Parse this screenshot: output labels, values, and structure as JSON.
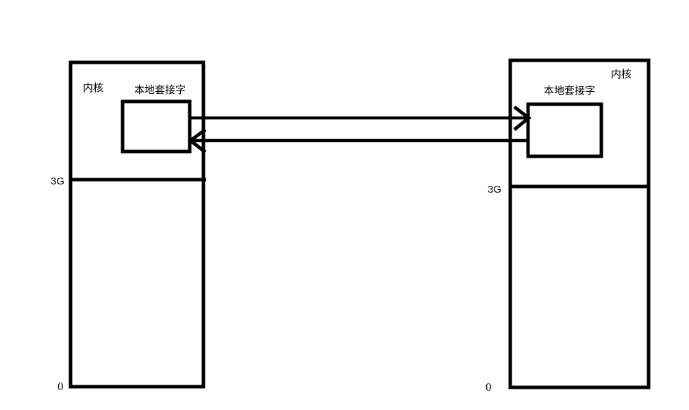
{
  "diagram": {
    "title": "local-socket-kernel-communication",
    "colors": {
      "ink": "#000000",
      "background": "#ffffff"
    },
    "left_process": {
      "kernel_label": "内核",
      "socket_label": "本地套接字",
      "boundary_label": "3G",
      "base_label": "0"
    },
    "right_process": {
      "kernel_label": "内核",
      "socket_label": "本地套接字",
      "boundary_label": "3G",
      "base_label": "0"
    },
    "arrows": [
      {
        "name": "socket-link-left-to-right",
        "direction": "right"
      },
      {
        "name": "socket-link-right-to-left",
        "direction": "left"
      }
    ]
  }
}
